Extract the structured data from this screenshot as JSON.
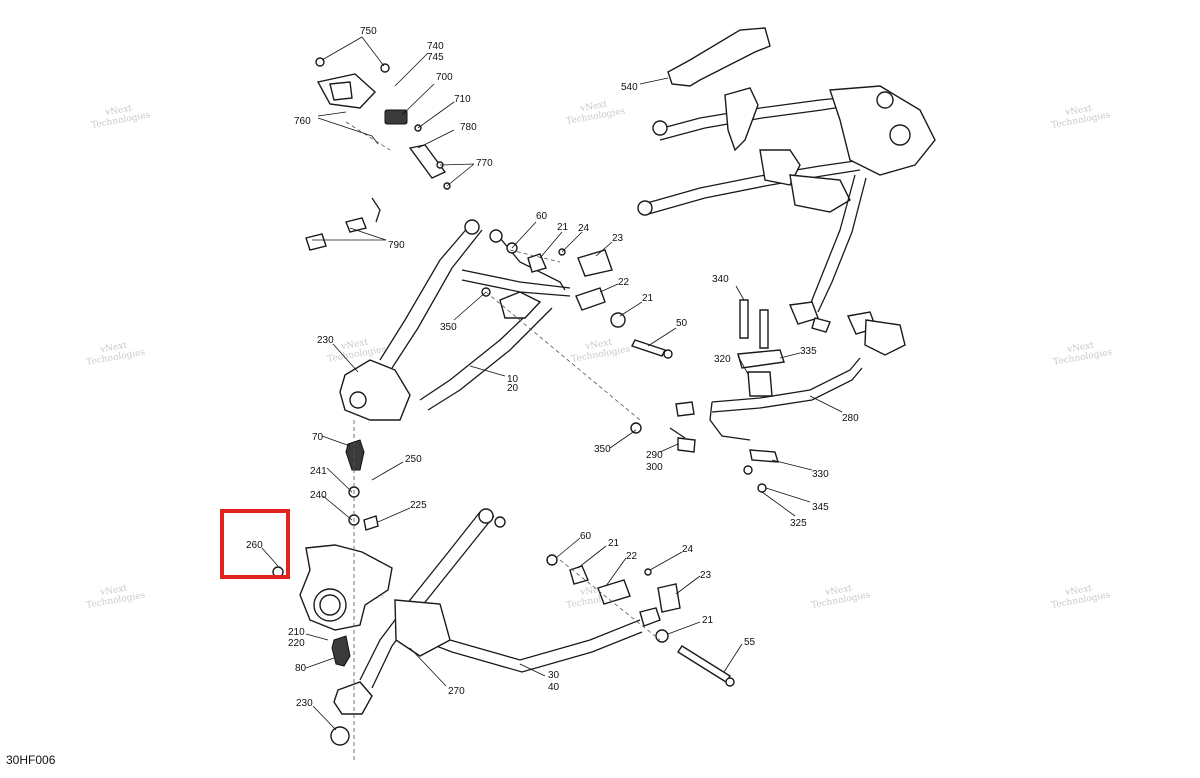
{
  "diagram": {
    "code": "30HF006",
    "highlight_color": "#e0231f",
    "highlight_label": "260",
    "watermarks": [
      "vNext",
      "Technologies"
    ],
    "callouts": [
      "750",
      "740",
      "745",
      "700",
      "710",
      "760",
      "780",
      "770",
      "790",
      "540",
      "60",
      "21",
      "24",
      "23",
      "22",
      "21",
      "50",
      "230",
      "350",
      "10",
      "20",
      "340",
      "320",
      "335",
      "280",
      "70",
      "241",
      "250",
      "350",
      "290",
      "300",
      "330",
      "240",
      "225",
      "345",
      "325",
      "260",
      "60",
      "21",
      "22",
      "24",
      "23",
      "210",
      "220",
      "21",
      "55",
      "80",
      "270",
      "30",
      "40",
      "230"
    ]
  }
}
